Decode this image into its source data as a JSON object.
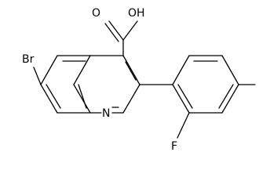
{
  "molecule": {
    "atom_labels": {
      "oh": "OH",
      "o": "O",
      "br": "Br",
      "n": "N",
      "f": "F"
    }
  }
}
